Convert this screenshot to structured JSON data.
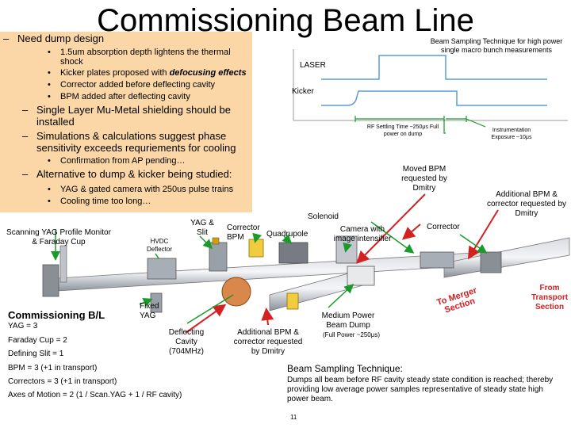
{
  "title": "Commissioning Beam Line",
  "bullets": {
    "b1": "Need dump design",
    "b1_1": "1.5um absorption depth lightens the thermal shock",
    "b1_2_pre": "Kicker plates proposed with ",
    "b1_2_em": "defocusing effects",
    "b1_3": "Corrector added before deflecting cavity",
    "b1_4": "BPM added after deflecting cavity",
    "b2": "Single Layer Mu-Metal shielding should be installed",
    "b3": "Simulations & calculations suggest phase sensitivity exceeds requriements for cooling",
    "b3_1": "Confirmation from AP pending…",
    "b4": "Alternative to dump & kicker being studied:",
    "b4_1": "YAG & gated camera with 250us pulse trains",
    "b4_2": "Cooling time too long…"
  },
  "sampling_header": "Beam Sampling Technique for high power single macro bunch measurements",
  "wave": {
    "laser": "LASER",
    "kicker": "Kicker",
    "rf_settling": "RF Settling Time ~250μs Full power on dump",
    "instrumentation": "Instrumentation Exposure ~10μs"
  },
  "labels": {
    "moved_bpm": "Moved BPM requested by Dmitry",
    "additional_bpm_right": "Additional BPM & corrector requested by Dmitry",
    "scanning_yag": "Scanning YAG Profile Monitor & Faraday Cup",
    "hvdc": "HVDC Deflector",
    "yag_slit": "YAG & Slit",
    "corrector_bpm": "Corrector BPM",
    "quadrupole": "Quadrupole",
    "solenoid": "Solenoid",
    "camera": "Camera with image intensifier",
    "corrector_right": "Corrector",
    "from_transport": "From Transport Section",
    "to_merger": "To Merger Section",
    "fixed_yag": "Fixed YAG",
    "deflecting_cavity": "Deflecting Cavity (704MHz)",
    "additional_bpm_mid": "Additional BPM & corrector requested by Dmitry",
    "medium_power": "Medium Power Beam Dump",
    "full_power": "(Full Power ~250μs)"
  },
  "commissioning": {
    "header": "Commissioning B/L",
    "items": [
      "YAG = 3",
      "Faraday Cup = 2",
      "Defining Slit = 1",
      "BPM = 3 (+1 in transport)",
      "Correctors = 3 (+1 in transport)",
      "Axes of Motion = 2 (1 / Scan.YAG + 1 / RF cavity)"
    ]
  },
  "technique": {
    "header": "Beam Sampling Technique:",
    "body": "Dumps all beam before RF cavity steady state condition is reached; thereby providing low average power samples representative of steady state high power beam."
  },
  "page_number": "11",
  "colors": {
    "orange_box": "#fbd7a8",
    "arrow_red": "#d42020",
    "arrow_green": "#1a9a2a",
    "wave_blue": "#5b9bd5"
  }
}
